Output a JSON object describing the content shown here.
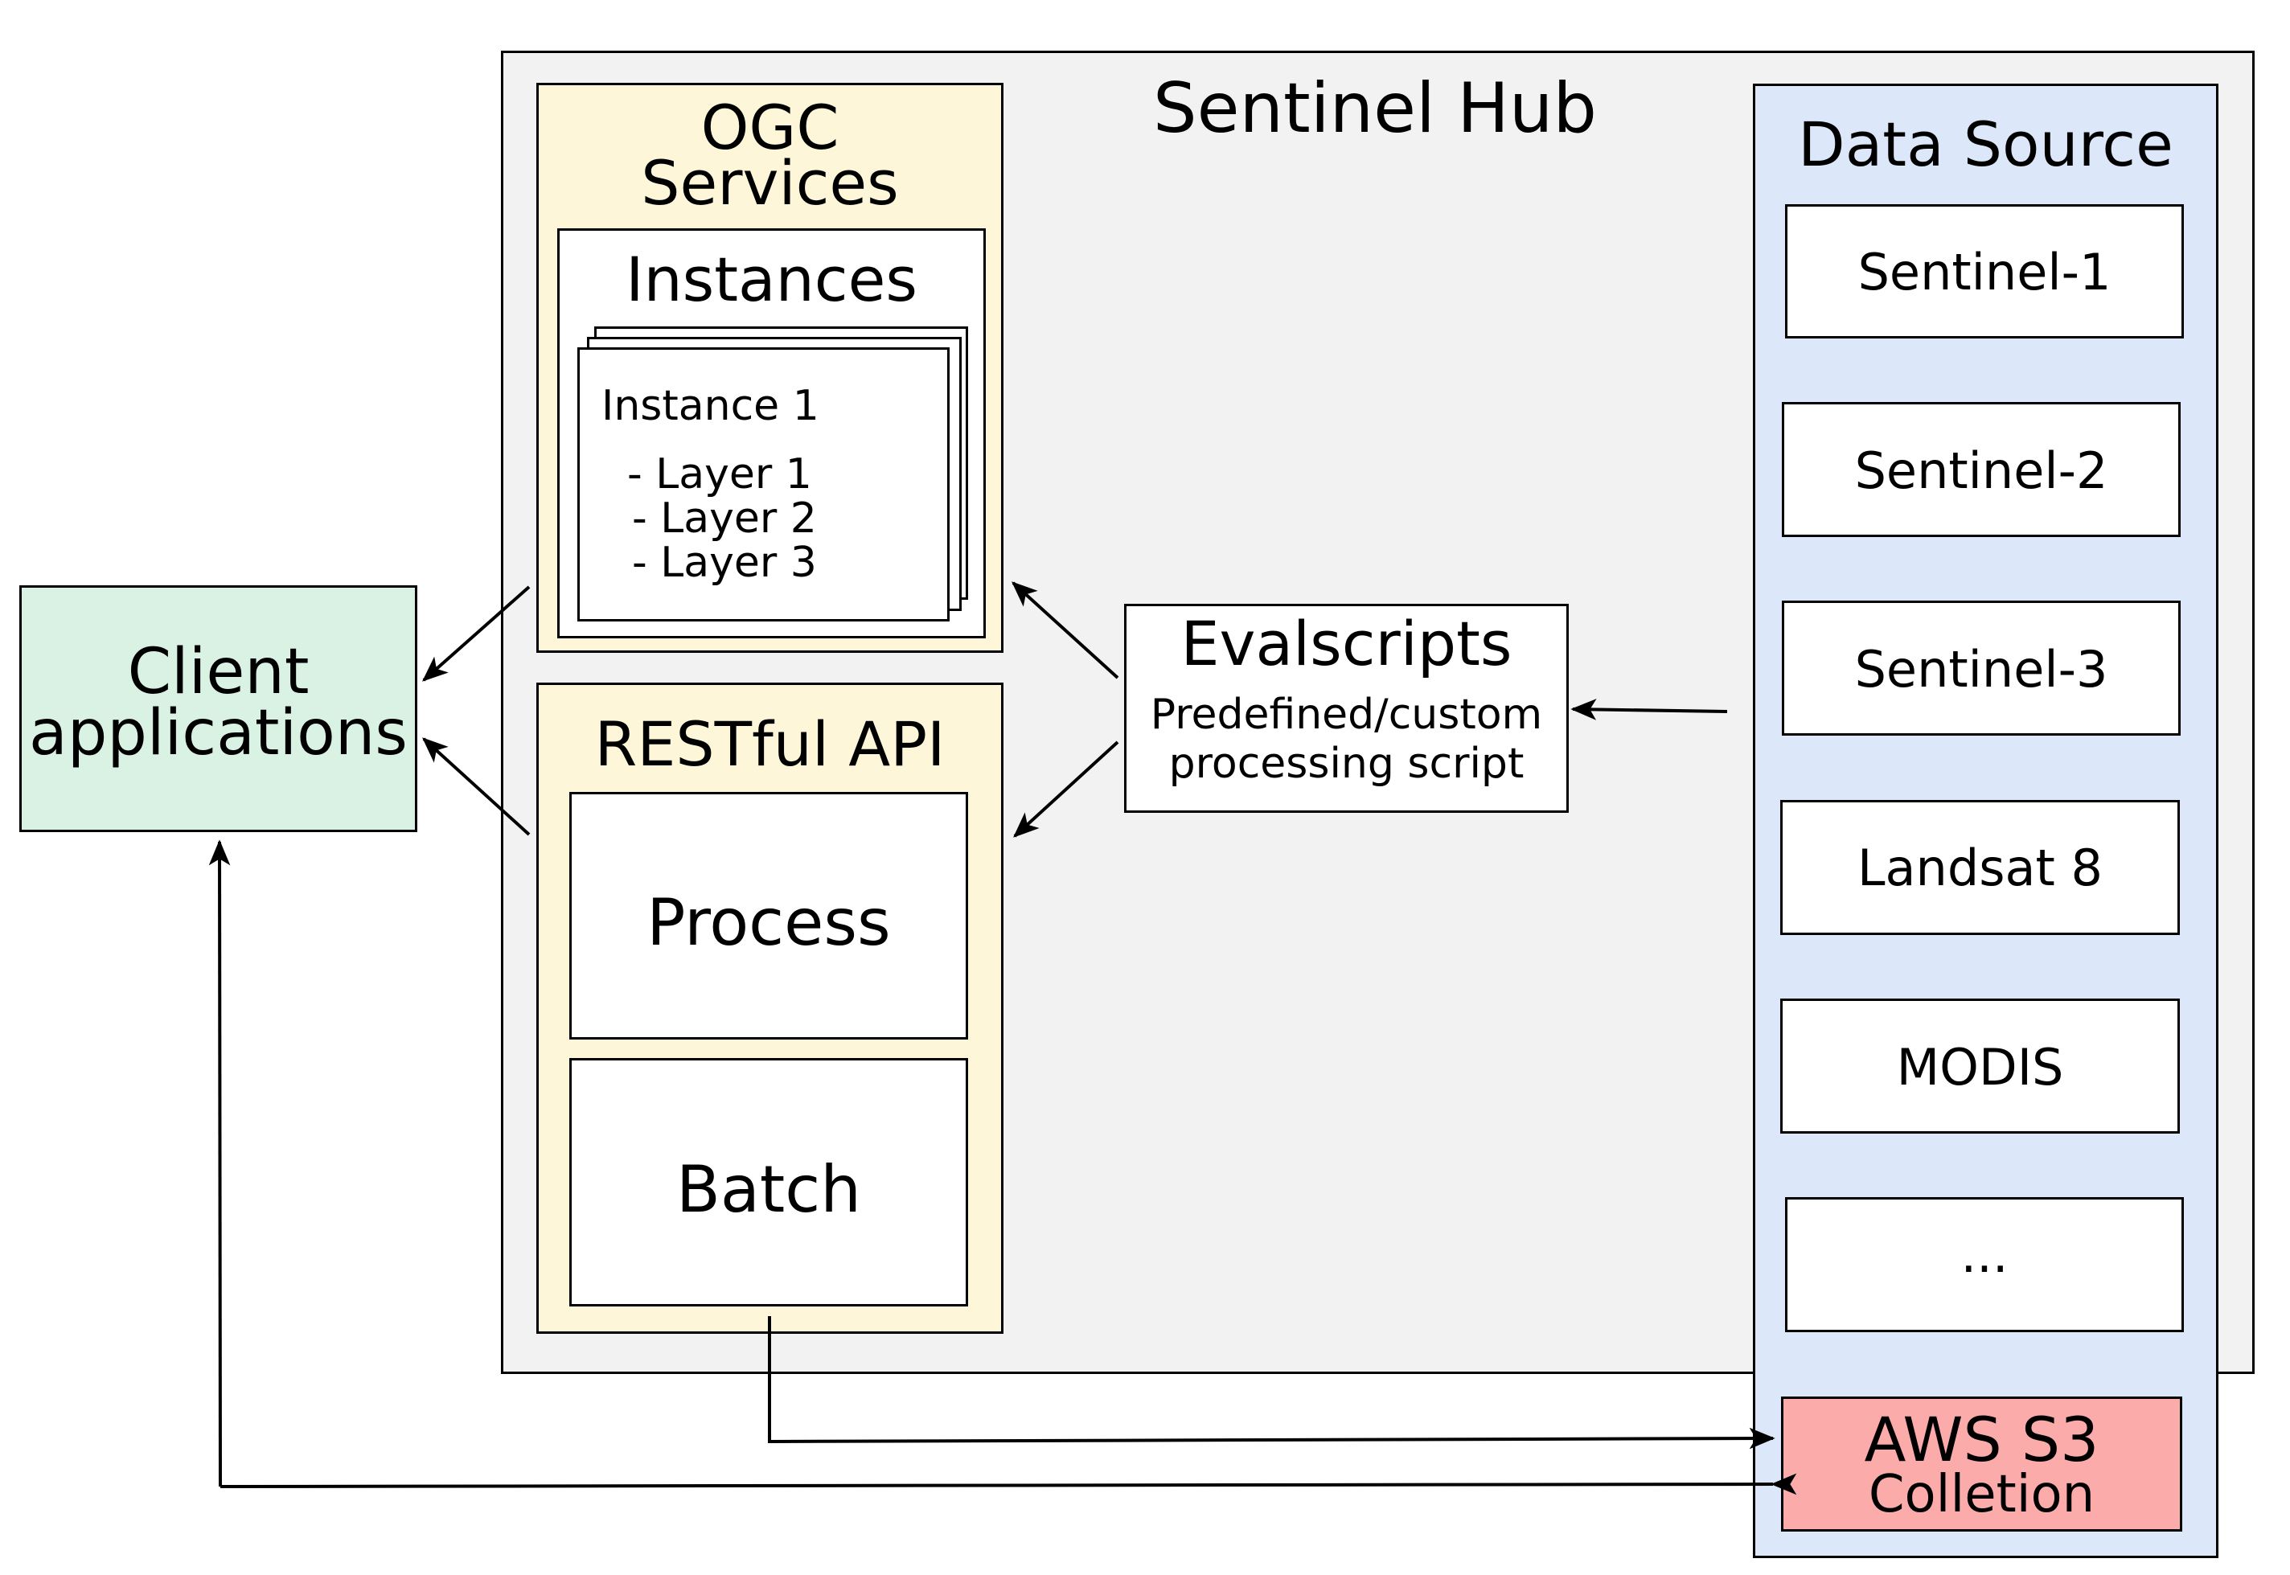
{
  "colors": {
    "hub_bg": "#f2f2f2",
    "ogc_bg": "#fdf6d8",
    "client_bg": "#d9f2e3",
    "datasource_bg": "#dce8fa",
    "aws_bg": "#fcabab",
    "stroke": "#000000"
  },
  "client": {
    "line1": "Client",
    "line2": "applications"
  },
  "hub": {
    "title": "Sentinel Hub"
  },
  "ogc": {
    "title_line1": "OGC",
    "title_line2": "Services",
    "instances_title": "Instances",
    "instance_name": "Instance 1",
    "layers": [
      "- Layer 1",
      "- Layer 2",
      "- Layer 3"
    ]
  },
  "rest": {
    "title": "RESTful API",
    "process": "Process",
    "batch": "Batch"
  },
  "evalscripts": {
    "title": "Evalscripts",
    "line1": "Predefined/custom",
    "line2": "processing script"
  },
  "datasource": {
    "title": "Data Source",
    "items": [
      "Sentinel-1",
      "Sentinel-2",
      "Sentinel-3",
      "Landsat 8",
      "MODIS",
      "..."
    ]
  },
  "aws": {
    "line1": "AWS S3",
    "line2": "Colletion"
  }
}
